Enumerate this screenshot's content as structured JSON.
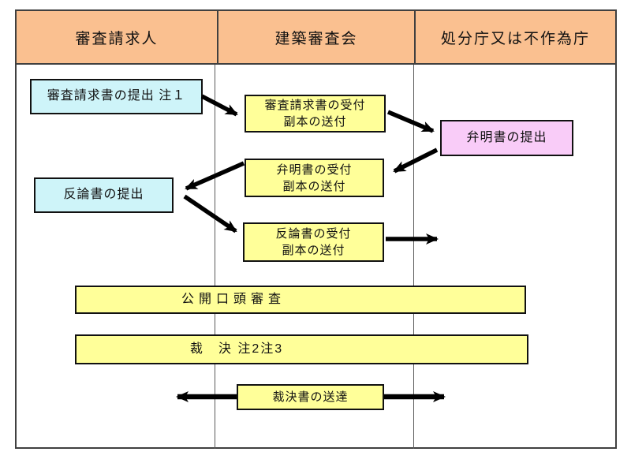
{
  "columns": [
    {
      "id": "appellant",
      "label": "審査請求人"
    },
    {
      "id": "board",
      "label": "建築審査会"
    },
    {
      "id": "agency",
      "label": "処分庁又は不作為庁"
    }
  ],
  "boxes": {
    "submit_request": {
      "label": "審査請求書の提出 注１",
      "color": "#CEF4F9"
    },
    "receive_request": {
      "line1": "審査請求書の受付",
      "line2": "副本の送付",
      "color": "#FFFF99"
    },
    "submit_benmei": {
      "label": "弁明書の提出",
      "color": "#F9CCF8"
    },
    "receive_benmei": {
      "line1": "弁明書の受付",
      "line2": "副本の送付",
      "color": "#FFFF99"
    },
    "submit_hanron": {
      "label": "反論書の提出",
      "color": "#CEF4F9"
    },
    "receive_hanron": {
      "line1": "反論書の受付",
      "line2": "副本の送付",
      "color": "#FFFF99"
    },
    "public_hearing": {
      "label": "公開口頭審査",
      "color": "#FFFF99"
    },
    "ruling": {
      "label": "裁　決 注2注3",
      "color": "#FFFF99"
    },
    "ruling_delivery": {
      "label": "裁決書の送達",
      "color": "#FFFF99"
    }
  },
  "flow": [
    {
      "from": "submit_request",
      "to": "receive_request"
    },
    {
      "from": "receive_request",
      "to": "submit_benmei"
    },
    {
      "from": "submit_benmei",
      "to": "receive_benmei"
    },
    {
      "from": "receive_benmei",
      "to": "submit_hanron"
    },
    {
      "from": "submit_hanron",
      "to": "receive_hanron"
    },
    {
      "from": "receive_hanron",
      "to": "agency"
    },
    {
      "from": "ruling_delivery",
      "to": "appellant"
    },
    {
      "from": "ruling_delivery",
      "to": "agency"
    }
  ],
  "colors": {
    "header_bg": "#FAC090",
    "yellow_box": "#FFFF99",
    "cyan_box": "#CEF4F9",
    "pink_box": "#F9CCF8",
    "arrow": "#000000",
    "frame_border": "#404040",
    "column_line": "#5A5A5A"
  }
}
